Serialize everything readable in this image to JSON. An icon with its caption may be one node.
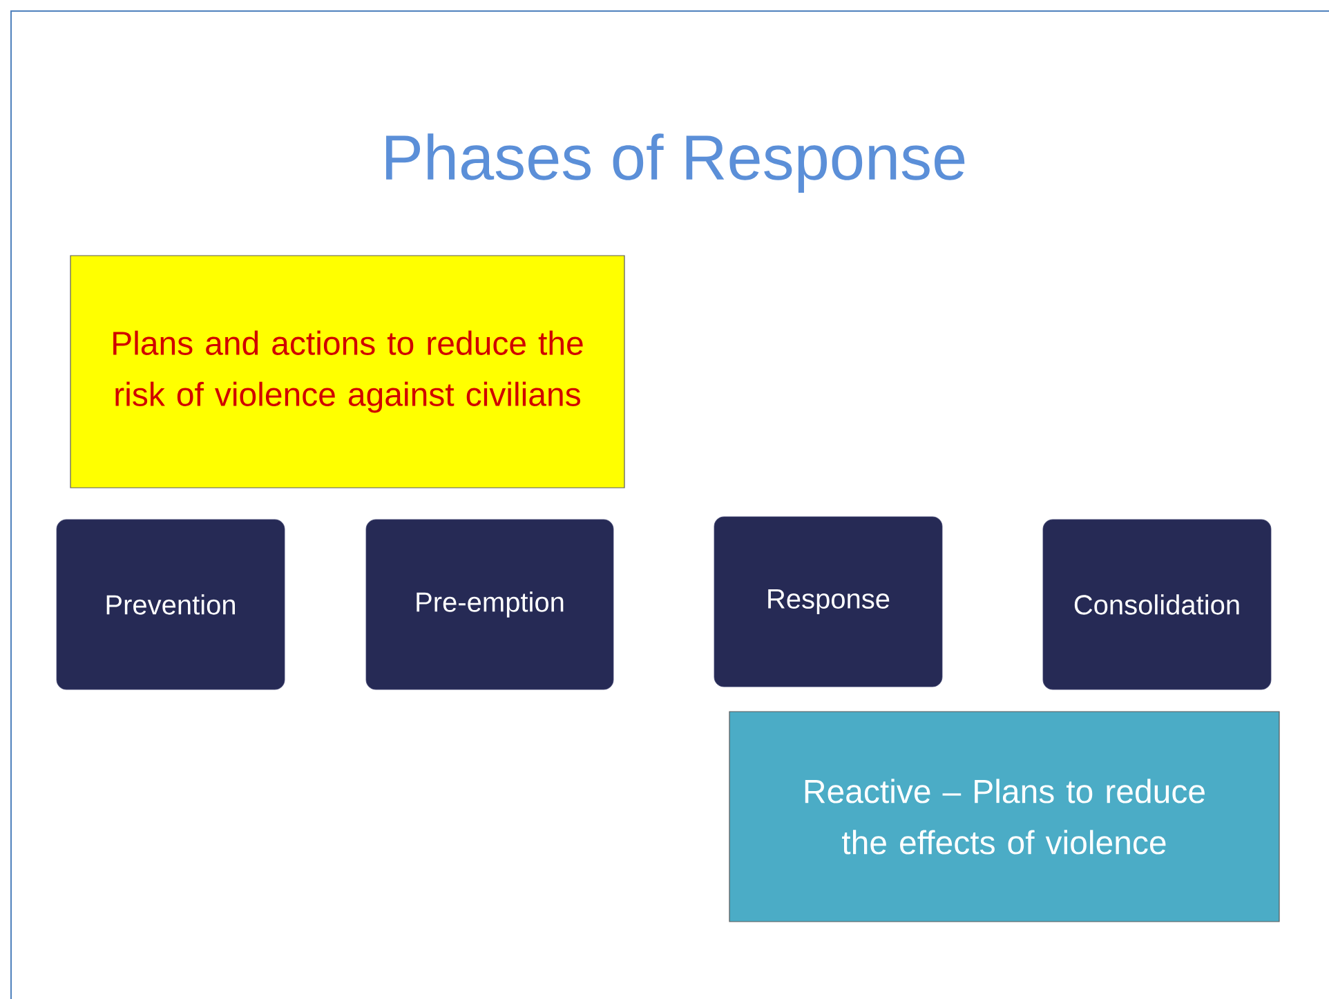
{
  "diagram": {
    "title": "Phases of Response",
    "nodes": [
      {
        "text": [
          "Plans and actions to reduce the risk of violence against civilians"
        ]
      },
      {
        "text": [
          "Prevention"
        ]
      },
      {
        "text": [
          "Pre-emption"
        ]
      },
      {
        "text": [
          "Response"
        ]
      },
      {
        "text": [
          "Consolidation"
        ]
      },
      {
        "text": [
          "Reactive – Plans to reduce the effects of violence"
        ]
      }
    ]
  }
}
